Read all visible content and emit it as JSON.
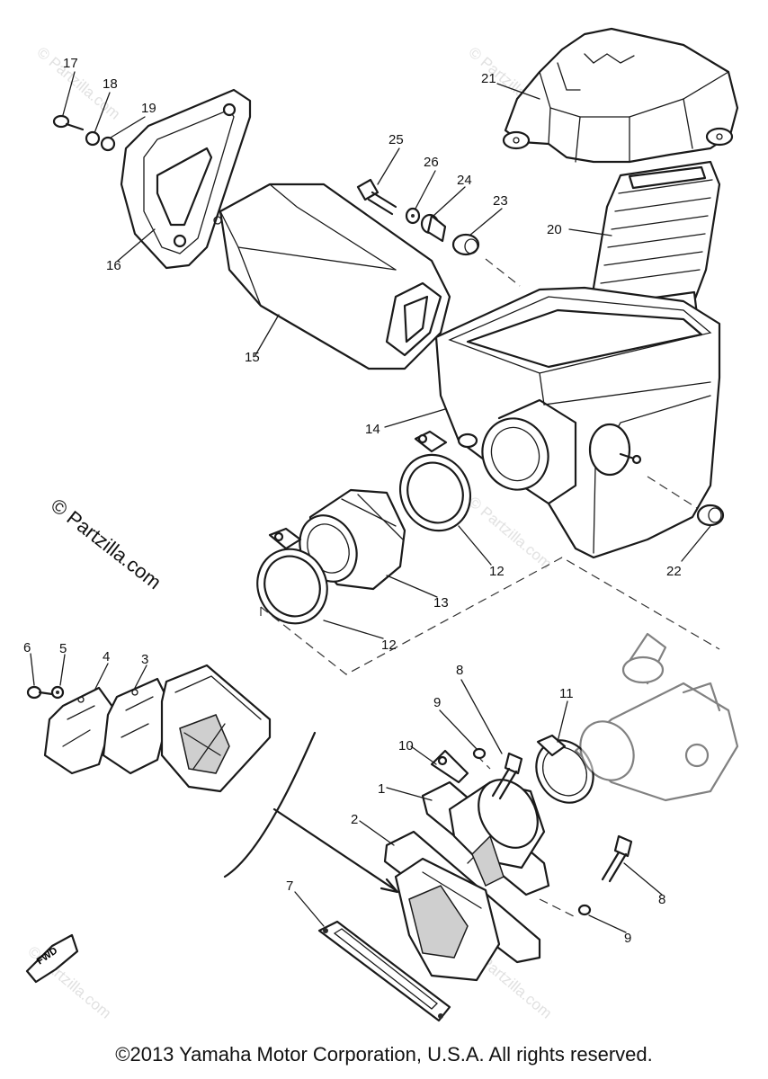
{
  "watermarks": [
    "© Partzilla.com"
  ],
  "side_mark": "© Partzilla.com",
  "fwd_label": "FWD",
  "copyright": "©2013 Yamaha Motor Corporation, U.S.A. All rights reserved.",
  "callouts": {
    "p1": "1",
    "p2": "2",
    "p3": "3",
    "p4": "4",
    "p5": "5",
    "p6": "6",
    "p7": "7",
    "p8a": "8",
    "p8b": "8",
    "p9a": "9",
    "p9b": "9",
    "p10": "10",
    "p11": "11",
    "p12a": "12",
    "p12b": "12",
    "p13": "13",
    "p14": "14",
    "p15": "15",
    "p16": "16",
    "p17": "17",
    "p18": "18",
    "p19": "19",
    "p20": "20",
    "p21": "21",
    "p22": "22",
    "p23": "23",
    "p24": "24",
    "p25": "25",
    "p26": "26"
  }
}
